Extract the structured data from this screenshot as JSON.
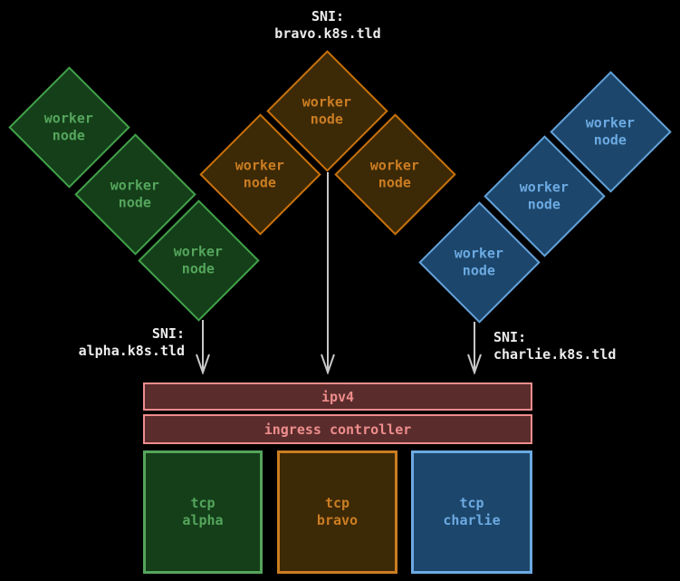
{
  "theme": {
    "background": "#000000",
    "label-text": "#ededed",
    "arrow": "#c8c8c8",
    "green-fill": "#143f19",
    "green-border": "#42a14b",
    "green-text": "#55a55c",
    "orange-fill": "#3c2906",
    "orange-border": "#c9720b",
    "orange-text": "#cb7d22",
    "blue-fill": "#1c466b",
    "blue-border": "#64a2d8",
    "blue-text": "#6caae2",
    "red-fill": "#5a2c2c",
    "red-border": "#ef8d8d",
    "red-text": "#ef8d8d"
  },
  "sni": {
    "alpha": {
      "prefix": "SNI:",
      "host": "alpha.k8s.tld"
    },
    "bravo": {
      "prefix": "SNI:",
      "host": "bravo.k8s.tld"
    },
    "charlie": {
      "prefix": "SNI:",
      "host": "charlie.k8s.tld"
    }
  },
  "clusters": [
    {
      "id": "alpha",
      "color": "green",
      "nodes": [
        "worker\nnode",
        "worker\nnode",
        "worker\nnode"
      ]
    },
    {
      "id": "bravo",
      "color": "orange",
      "nodes": [
        "worker\nnode",
        "worker\nnode",
        "worker\nnode"
      ]
    },
    {
      "id": "charlie",
      "color": "blue",
      "nodes": [
        "worker\nnode",
        "worker\nnode",
        "worker\nnode"
      ]
    }
  ],
  "ingress": {
    "ipv4_label": "ipv4",
    "controller_label": "ingress controller"
  },
  "services": [
    {
      "id": "tcp-alpha",
      "color": "green",
      "label": "tcp\nalpha"
    },
    {
      "id": "tcp-bravo",
      "color": "orange",
      "label": "tcp\nbravo"
    },
    {
      "id": "tcp-charlie",
      "color": "blue",
      "label": "tcp\ncharlie"
    }
  ]
}
